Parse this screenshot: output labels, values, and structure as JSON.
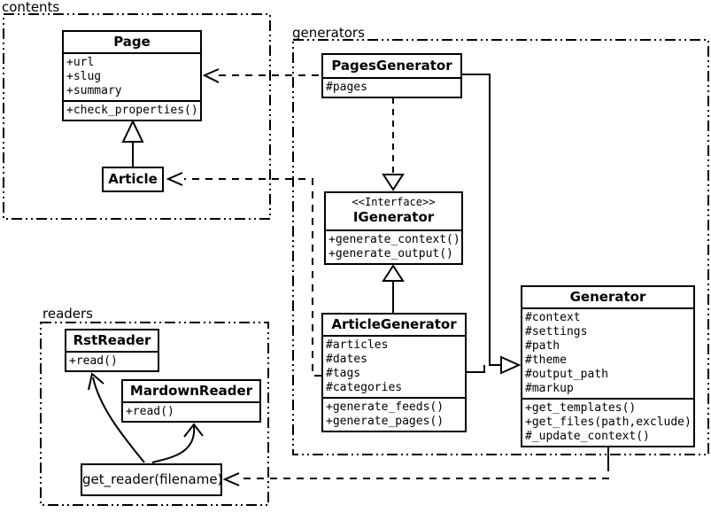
{
  "packages": {
    "contents": {
      "label": "contents"
    },
    "generators": {
      "label": "generators"
    },
    "readers": {
      "label": "readers"
    }
  },
  "classes": {
    "page": {
      "title": "Page",
      "attributes": [
        "+url",
        "+slug",
        "+summary"
      ],
      "methods": [
        "+check_properties()"
      ]
    },
    "article": {
      "title": "Article"
    },
    "pages_generator": {
      "title": "PagesGenerator",
      "attributes": [
        "#pages"
      ]
    },
    "igenerator": {
      "stereotype": "<<Interface>>",
      "title": "IGenerator",
      "methods": [
        "+generate_context()",
        "+generate_output()"
      ]
    },
    "article_generator": {
      "title": "ArticleGenerator",
      "attributes": [
        "#articles",
        "#dates",
        "#tags",
        "#categories"
      ],
      "methods": [
        "+generate_feeds()",
        "+generate_pages()"
      ]
    },
    "generator": {
      "title": "Generator",
      "attributes": [
        "#context",
        "#settings",
        "#path",
        "#theme",
        "#output_path",
        "#markup"
      ],
      "methods": [
        "+get_templates()",
        "+get_files(path,exclude)",
        "#_update_context()"
      ]
    },
    "rst_reader": {
      "title": "RstReader",
      "methods": [
        "+read()"
      ]
    },
    "mardown_reader": {
      "title": "MardownReader",
      "methods": [
        "+read()"
      ]
    },
    "get_reader": {
      "label": "get_reader(filename)"
    }
  },
  "colors": {
    "line": "#000000",
    "background": "#ffffff"
  }
}
